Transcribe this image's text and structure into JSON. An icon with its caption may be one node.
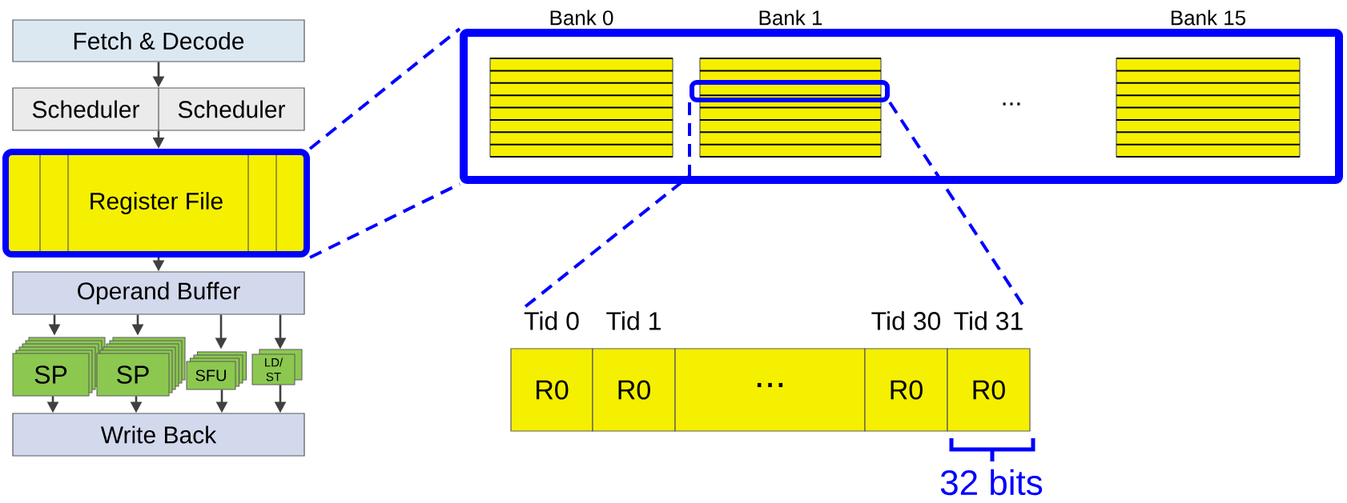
{
  "diagram": {
    "nodes": [
      {
        "text": [
          "Fetch & Decode"
        ]
      },
      {
        "text": [
          "Scheduler",
          "Scheduler"
        ]
      },
      {
        "text": [
          "Register File"
        ]
      },
      {
        "text": [
          "Operand Buffer"
        ]
      },
      {
        "text": [
          "SP"
        ]
      },
      {
        "text": [
          "SP"
        ]
      },
      {
        "text": [
          "SFU"
        ]
      },
      {
        "text": [
          "LD/ ST"
        ]
      },
      {
        "text": [
          "Write Back"
        ]
      },
      {
        "text": [],
        "shape": "box"
      },
      {
        "text": [
          "Bank 0"
        ],
        "in": 9
      },
      {
        "text": [
          "Bank 1"
        ],
        "in": 9
      },
      {
        "text": [
          "Bank 15"
        ],
        "in": 9
      },
      {
        "text": [],
        "shape": "box",
        "in": 9
      },
      {
        "text": [
          "Tid 0",
          "R0"
        ]
      },
      {
        "text": [
          "Tid 1",
          "R0"
        ]
      },
      {
        "text": [
          "..."
        ]
      },
      {
        "text": [
          "Tid 30",
          "R0"
        ]
      },
      {
        "text": [
          "Tid 31",
          "R0"
        ]
      }
    ],
    "edges": [
      {
        "from": 0,
        "to": 1,
        "arrow": "to"
      },
      {
        "from": 1,
        "to": 2,
        "arrow": "to"
      },
      {
        "from": 2,
        "to": 3,
        "arrow": "to"
      },
      {
        "from": 3,
        "to": 4,
        "arrow": "to"
      },
      {
        "from": 3,
        "to": 5,
        "arrow": "to"
      },
      {
        "from": 3,
        "to": 6,
        "arrow": "to"
      },
      {
        "from": 3,
        "to": 7,
        "arrow": "to"
      },
      {
        "from": 4,
        "to": 8,
        "arrow": "to"
      },
      {
        "from": 5,
        "to": 8,
        "arrow": "to"
      },
      {
        "from": 6,
        "to": 8,
        "arrow": "to"
      },
      {
        "from": 7,
        "to": 8,
        "arrow": "to"
      },
      {
        "from": 2,
        "to": 9,
        "arrow": "none",
        "style": "dashed",
        "color": "#0000ff"
      },
      {
        "from": 2,
        "to": 9,
        "arrow": "none",
        "style": "dashed",
        "color": "#0000ff"
      },
      {
        "from": 13,
        "to": 14,
        "arrow": "none",
        "style": "dashed",
        "color": "#0000ff"
      },
      {
        "from": 13,
        "to": 18,
        "arrow": "none",
        "style": "dashed",
        "color": "#0000ff"
      }
    ],
    "labels": [
      "...",
      "32 bits"
    ]
  }
}
